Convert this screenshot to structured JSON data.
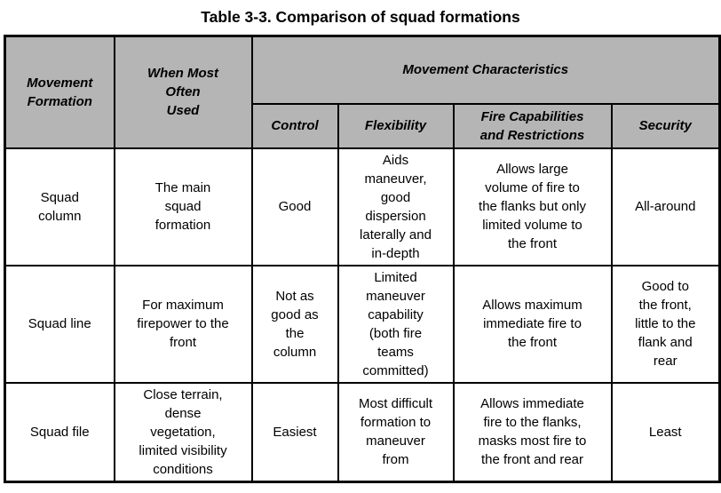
{
  "title": "Table 3-3. Comparison of squad formations",
  "colors": {
    "header_bg": "#b5b5b5",
    "border": "#000000",
    "page_bg": "#ffffff"
  },
  "table": {
    "header": {
      "movement_formation": "Movement\nFormation",
      "when_most_often_used": "When Most\nOften\nUsed",
      "movement_characteristics": "Movement Characteristics",
      "sub": [
        "Control",
        "Flexibility",
        "Fire Capabilities\nand Restrictions",
        "Security"
      ]
    },
    "rows": [
      {
        "cells": [
          "Squad\ncolumn",
          "The main\nsquad\nformation",
          "Good",
          "Aids\nmaneuver,\ngood\ndispersion\nlaterally and\nin-depth",
          "Allows large\nvolume of fire to\nthe flanks but only\nlimited volume to\nthe front",
          "All-around"
        ]
      },
      {
        "cells": [
          "Squad line",
          "For maximum\nfirepower to the\nfront",
          "Not as\ngood as\nthe\ncolumn",
          "Limited\nmaneuver\ncapability\n(both fire\nteams\ncommitted)",
          "Allows maximum\nimmediate fire to\nthe front",
          "Good to\nthe front,\nlittle to the\nflank and\nrear"
        ]
      },
      {
        "cells": [
          "Squad file",
          "Close terrain,\ndense\nvegetation,\nlimited visibility\nconditions",
          "Easiest",
          "Most difficult\nformation to\nmaneuver\nfrom",
          "Allows immediate\nfire to the flanks,\nmasks most fire to\nthe front and rear",
          "Least"
        ]
      }
    ]
  }
}
